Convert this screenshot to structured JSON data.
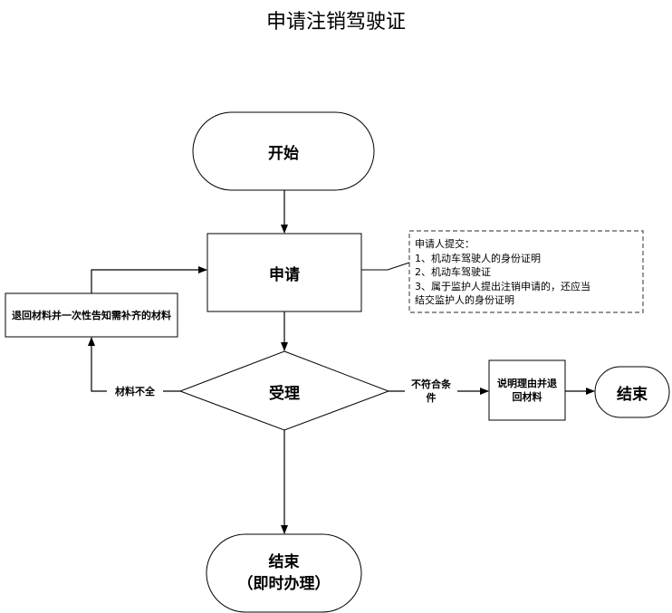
{
  "title": "申请注销驾驶证",
  "nodes": {
    "start": "开始",
    "apply": "申请",
    "accept": "受理",
    "return_materials": "退回材料并一次性告知需补齐的材料",
    "explain_return": "说明理由并退回材料",
    "end_right": "结束",
    "end_bottom_line1": "结束",
    "end_bottom_line2": "（即时办理）"
  },
  "edges": {
    "incomplete": "材料不全",
    "not_qualified": "不符合条件"
  },
  "note": {
    "heading": "申请人提交：",
    "items": [
      "1、机动车驾驶人的身份证明",
      "2、机动车驾驶证",
      "3、属于监护人提出注销申请的，还应当",
      "结交监护人的身份证明"
    ]
  }
}
